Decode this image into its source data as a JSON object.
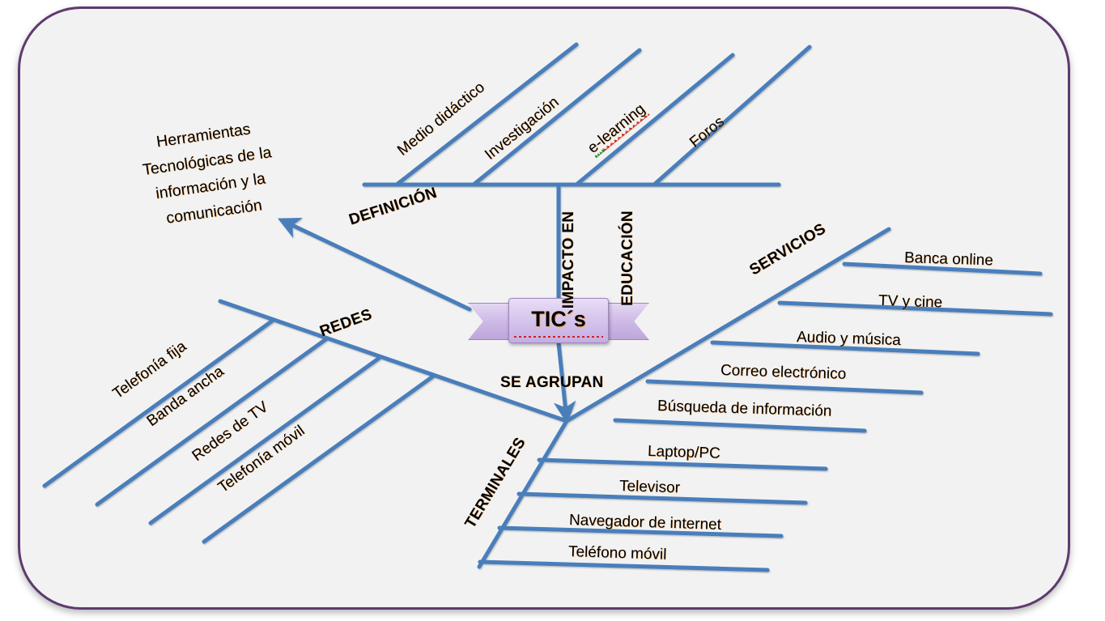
{
  "frame": {
    "border_color": "#5d3a6e",
    "background": "#f2f2f2"
  },
  "theme": {
    "line_color": "#4a7ebb",
    "banner_fill": "#d6c5ec",
    "banner_border": "#9e86bd",
    "text_color": "#000000",
    "spellcheck_red": "#cc2222",
    "spellcheck_green": "#1e8a2e"
  },
  "center": {
    "label": "TIC´s"
  },
  "definition": {
    "lines": [
      "Herramientas",
      "Tecnológicas de la",
      "información y la",
      "comunicación"
    ],
    "connector": "DEFINICIÓN"
  },
  "connectors": {
    "definicion": "DEFINICIÓN",
    "impacto": "IMPACTO EN",
    "educacion": "EDUCACIÓN",
    "se_agrupan": "SE AGRUPAN",
    "redes": "REDES",
    "servicios": "SERVICIOS",
    "terminales": "TERMINALES"
  },
  "branches": {
    "impacto_en_educacion": {
      "label": "IMPACTO EN EDUCACIÓN",
      "items": [
        {
          "label": "Medio didáctico",
          "spellcheck": false
        },
        {
          "label": "Investigación",
          "spellcheck": false
        },
        {
          "label": "e-learning",
          "spellcheck": true
        },
        {
          "label": "Foros",
          "spellcheck": false
        }
      ]
    },
    "redes": {
      "label": "REDES",
      "items": [
        {
          "label": "Telefonía fija"
        },
        {
          "label": "Banda ancha"
        },
        {
          "label": "Redes de TV"
        },
        {
          "label": "Telefonía móvil"
        }
      ]
    },
    "servicios": {
      "label": "SERVICIOS",
      "items": [
        {
          "label": "Banca online"
        },
        {
          "label": "TV y cine"
        },
        {
          "label": "Audio y música"
        },
        {
          "label": "Correo electrónico"
        },
        {
          "label": "Búsqueda de información"
        }
      ]
    },
    "terminales": {
      "label": "TERMINALES",
      "items": [
        {
          "label": "Laptop/PC"
        },
        {
          "label": "Televisor"
        },
        {
          "label": "Navegador de internet"
        },
        {
          "label": "Teléfono móvil"
        }
      ]
    }
  }
}
